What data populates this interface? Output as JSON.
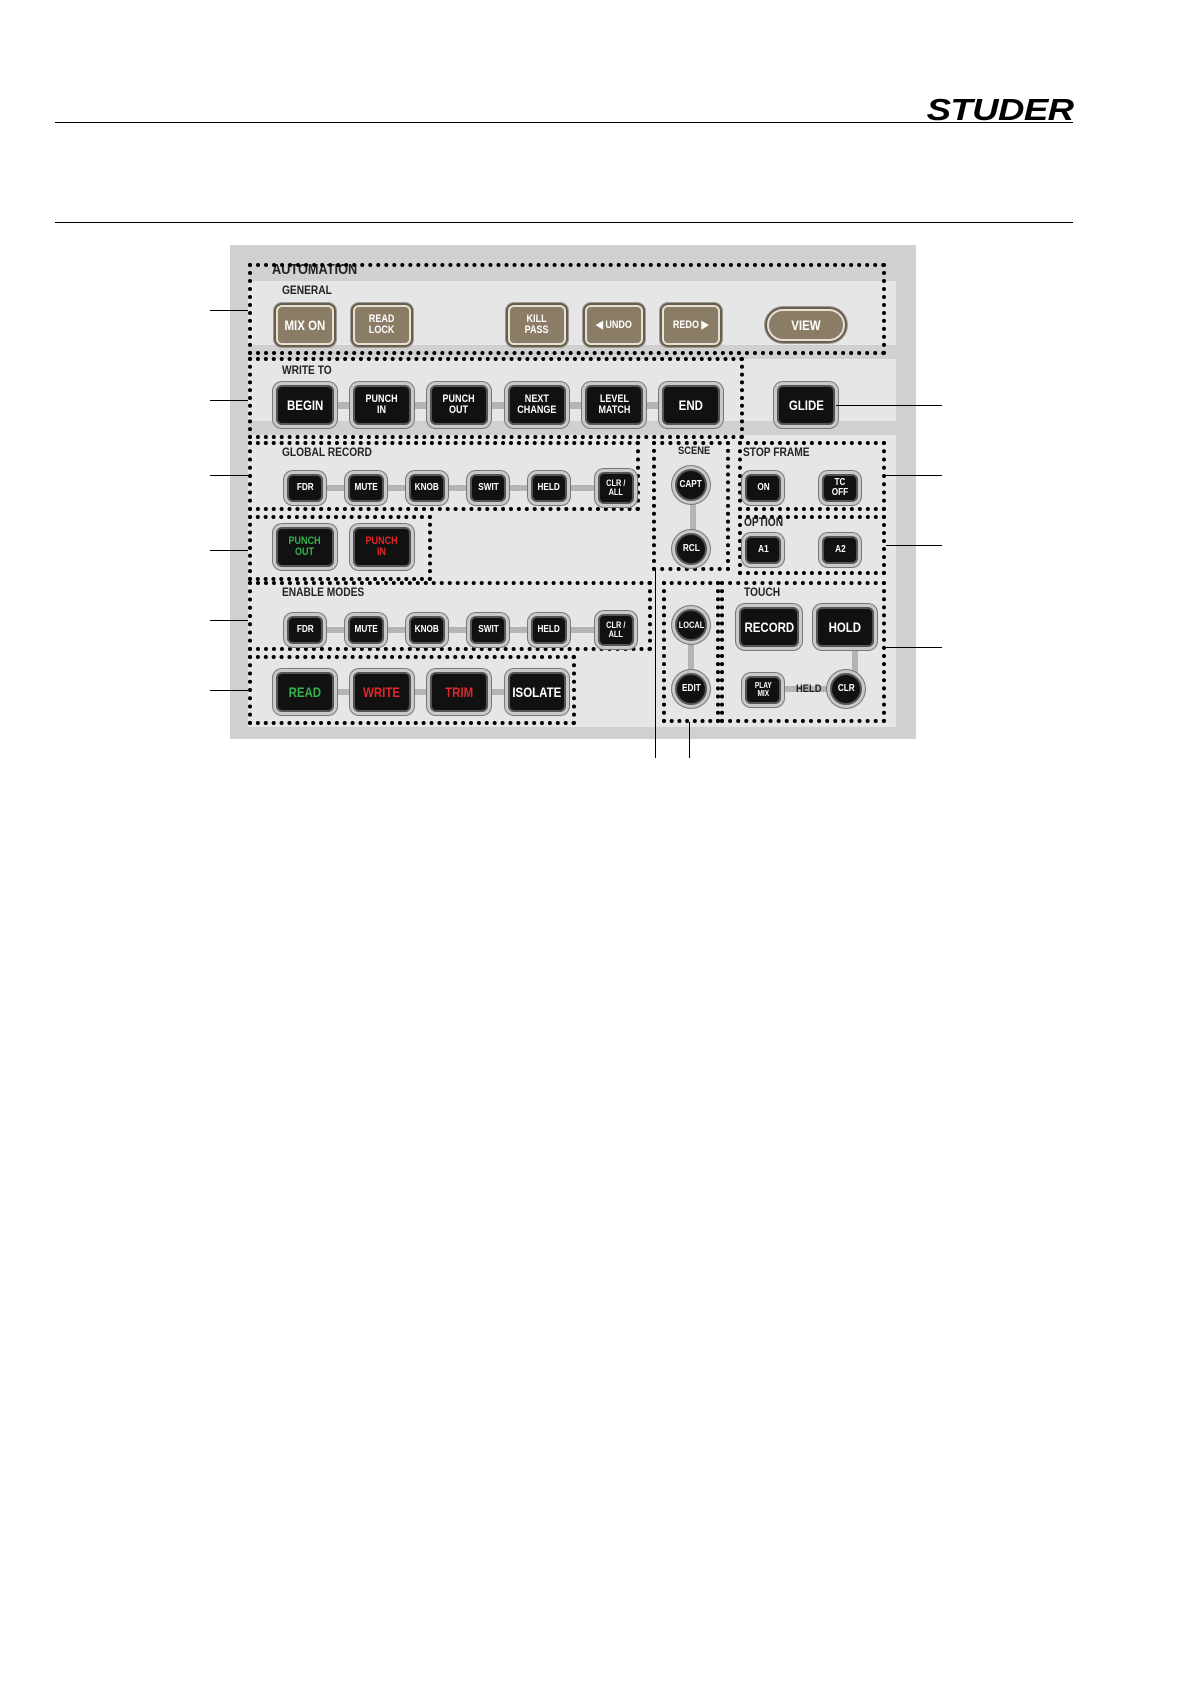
{
  "header": {
    "logo": "STUDER"
  },
  "panel": {
    "title": "AUTOMATION",
    "general": {
      "label": "GENERAL",
      "buttons": [
        "MIX ON",
        "READ\nLOCK",
        "KILL\nPASS",
        "◀ UNDO",
        "REDO ▶",
        "VIEW"
      ]
    },
    "write_to": {
      "label": "WRITE TO",
      "buttons": [
        "BEGIN",
        "PUNCH\nIN",
        "PUNCH\nOUT",
        "NEXT\nCHANGE",
        "LEVEL\nMATCH",
        "END"
      ]
    },
    "glide": "GLIDE",
    "global_record": {
      "label": "GLOBAL RECORD",
      "buttons": [
        "FDR",
        "MUTE",
        "KNOB",
        "SWIT",
        "HELD",
        "CLR /\nALL"
      ]
    },
    "scene": {
      "label": "SCENE",
      "capt": "CAPT",
      "rcl": "RCL"
    },
    "stop_frame": {
      "label": "STOP FRAME",
      "on": "ON",
      "tc_off": "TC\nOFF"
    },
    "option": {
      "label": "OPTION",
      "a1": "A1",
      "a2": "A2"
    },
    "punch": {
      "out": "PUNCH\nOUT",
      "in": "PUNCH\nIN"
    },
    "enable_modes": {
      "label": "ENABLE MODES",
      "buttons": [
        "FDR",
        "MUTE",
        "KNOB",
        "SWIT",
        "HELD",
        "CLR /\nALL"
      ]
    },
    "local": "LOCAL",
    "edit": "EDIT",
    "touch": {
      "label": "TOUCH",
      "record": "RECORD",
      "hold": "HOLD",
      "play_mix": "PLAY\nMIX",
      "held": "HELD",
      "clr": "CLR"
    },
    "modes": [
      "READ",
      "WRITE",
      "TRIM",
      "ISOLATE"
    ]
  },
  "colors": {
    "tan": "#8b7c66",
    "green": "#34b24a",
    "red": "#e0262b",
    "panel": "#d0d0d0"
  }
}
